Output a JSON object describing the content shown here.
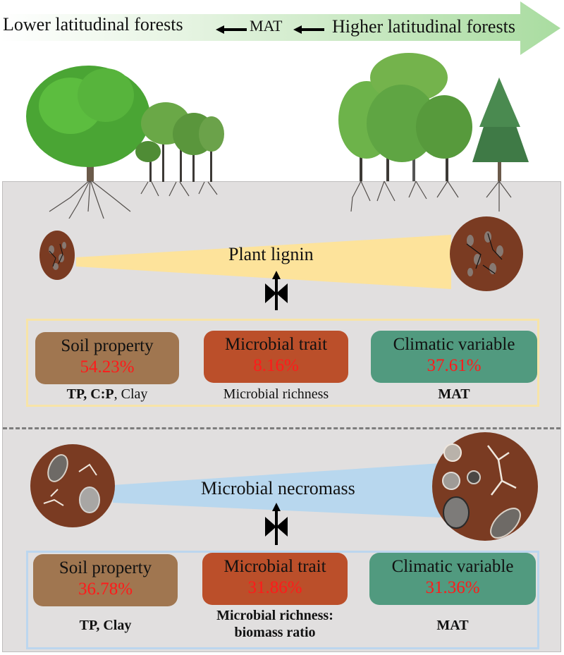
{
  "header": {
    "left_label": "Lower latitudinal forests",
    "center_label": "MAT",
    "right_label": "Higher latitudinal forests",
    "arrow_color": "#a9dca0"
  },
  "sections": [
    {
      "cone_label": "Plant lignin",
      "cone_color": "#fde39b",
      "frame_color": "#f7e4a8",
      "boxes": [
        {
          "title": "Soil property",
          "value": "54.23%",
          "color": "#a07650",
          "sub_bold": "TP, C:P",
          "sub_normal": ", Clay"
        },
        {
          "title": "Microbial trait",
          "value": "8.16%",
          "color": "#bb4f2a",
          "sub_bold": "",
          "sub_normal": "Microbial richness"
        },
        {
          "title": "Climatic variable",
          "value": "37.61%",
          "color": "#519a7f",
          "sub_bold": "MAT",
          "sub_normal": ""
        }
      ]
    },
    {
      "cone_label": "Microbial necromass",
      "cone_color": "#b8d7ee",
      "frame_color": "#bcd6ee",
      "boxes": [
        {
          "title": "Soil property",
          "value": "36.78%",
          "color": "#a07650",
          "sub_bold": "TP, Clay",
          "sub_normal": ""
        },
        {
          "title": "Microbial trait",
          "value": "31.86%",
          "color": "#bb4f2a",
          "sub_bold_line1": "Microbial richness:",
          "sub_bold_line2": "biomass ratio"
        },
        {
          "title": "Climatic variable",
          "value": "31.36%",
          "color": "#519a7f",
          "sub_bold": "MAT",
          "sub_normal": ""
        }
      ]
    }
  ],
  "value_text_color": "#ff1a1a",
  "panel_color": "#e1dfdf"
}
